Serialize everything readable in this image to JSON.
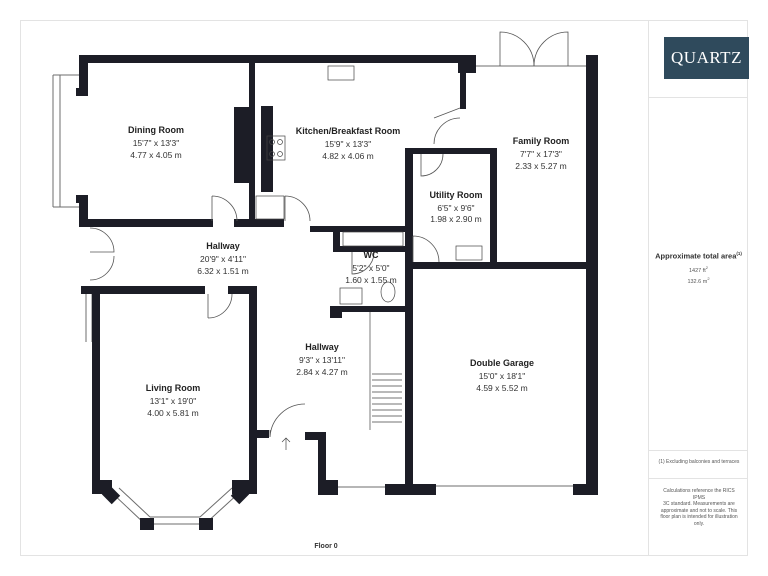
{
  "brand": {
    "logo": "QUARTZ",
    "logo_bg": "#2f4a5c",
    "wall_color": "#1c1d26"
  },
  "area": {
    "title": "Approximate total area",
    "title_sup": "(1)",
    "sqft": "1427 ft",
    "sqft_sup": "2",
    "sqm": "132.6 m",
    "sqm_sup": "2"
  },
  "footnote": "(1) Excluding balconies and terraces",
  "disclaimer": [
    "Calculations reference the RICS IPMS",
    "3C standard. Measurements are",
    "approximate and not to scale. This",
    "floor plan is intended for illustration",
    "only."
  ],
  "floor_label": "Floor 0",
  "rooms": [
    {
      "id": "dining",
      "name": "Dining Room",
      "imperial": "15'7\" x 13'3\"",
      "metric": "4.77 x 4.05 m"
    },
    {
      "id": "kitchen",
      "name": "Kitchen/Breakfast Room",
      "imperial": "15'9\" x 13'3\"",
      "metric": "4.82 x 4.06 m"
    },
    {
      "id": "family",
      "name": "Family Room",
      "imperial": "7'7\" x 17'3\"",
      "metric": "2.33 x 5.27 m"
    },
    {
      "id": "utility",
      "name": "Utility Room",
      "imperial": "6'5\" x 9'6\"",
      "metric": "1.98 x 2.90 m"
    },
    {
      "id": "hallway1",
      "name": "Hallway",
      "imperial": "20'9\" x 4'11\"",
      "metric": "6.32 x 1.51 m"
    },
    {
      "id": "wc",
      "name": "WC",
      "imperial": "5'2\" x 5'0\"",
      "metric": "1.60 x 1.55 m"
    },
    {
      "id": "hallway2",
      "name": "Hallway",
      "imperial": "9'3\" x 13'11\"",
      "metric": "2.84 x 4.27 m"
    },
    {
      "id": "living",
      "name": "Living Room",
      "imperial": "13'1\" x 19'0\"",
      "metric": "4.00 x 5.81 m"
    },
    {
      "id": "garage",
      "name": "Double Garage",
      "imperial": "15'0\" x 18'1\"",
      "metric": "4.59 x 5.52 m"
    }
  ]
}
